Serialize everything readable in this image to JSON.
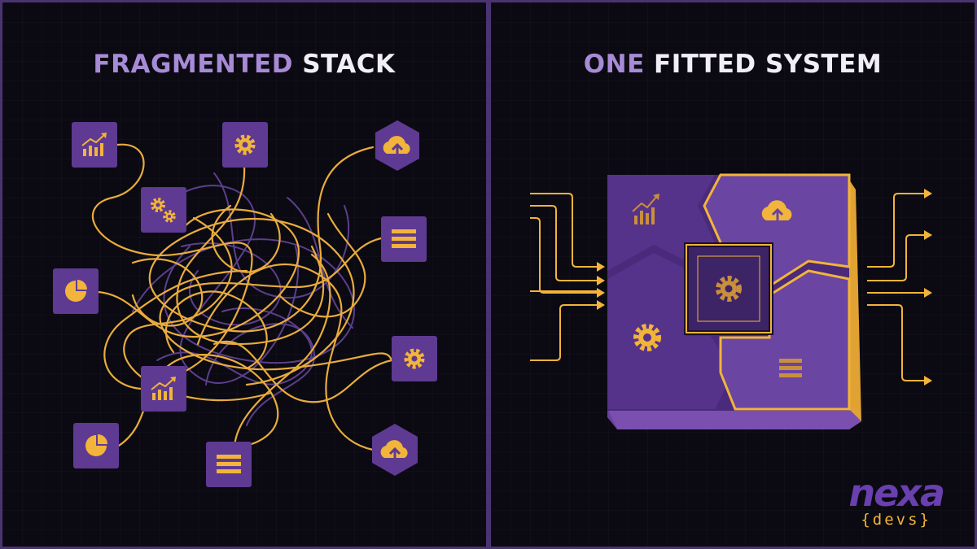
{
  "left_panel": {
    "title_highlight": "FRAGMENTED",
    "title_rest": " STACK",
    "tiles": [
      {
        "icon": "line-chart-icon",
        "shape": "square"
      },
      {
        "icon": "gear-icon",
        "shape": "square"
      },
      {
        "icon": "cloud-upload-icon",
        "shape": "hexagon"
      },
      {
        "icon": "gears-icon",
        "shape": "square"
      },
      {
        "icon": "list-icon",
        "shape": "square"
      },
      {
        "icon": "pie-chart-icon",
        "shape": "square"
      },
      {
        "icon": "gear-icon",
        "shape": "square"
      },
      {
        "icon": "line-chart-icon",
        "shape": "square"
      },
      {
        "icon": "pie-chart-icon",
        "shape": "square"
      },
      {
        "icon": "list-icon",
        "shape": "square"
      },
      {
        "icon": "cloud-upload-icon",
        "shape": "hexagon"
      }
    ]
  },
  "right_panel": {
    "title_highlight": "ONE",
    "title_rest": " FITTED SYSTEM",
    "block_icons": [
      "line-chart-icon",
      "cloud-upload-icon",
      "gear-icon",
      "gear-icon",
      "list-icon"
    ],
    "inputs": 4,
    "outputs": 4
  },
  "brand": {
    "name": "nexa",
    "sub": "{devs}"
  },
  "colors": {
    "background": "#0b0a12",
    "frame": "#4a3470",
    "tile": "#5e3a92",
    "tile_dark": "#3d2466",
    "accent_yellow": "#f2b43a",
    "accent_purple": "#a78bd6",
    "tangle_purple": "#5b3f8c",
    "title_white": "#f2eef8"
  }
}
